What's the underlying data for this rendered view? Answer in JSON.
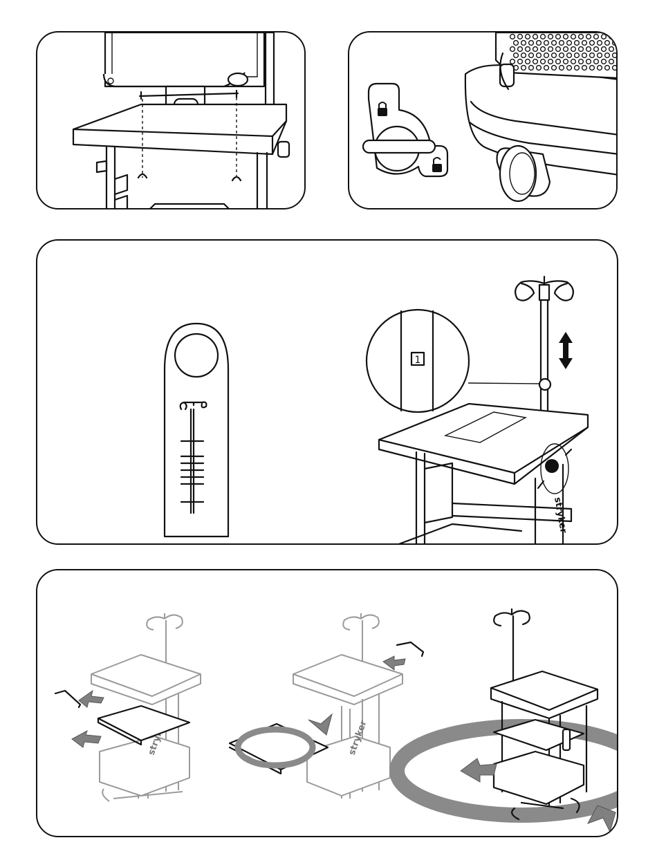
{
  "panels": {
    "monitor_mount": {
      "label": "monitor-mount-panel"
    },
    "caster_lock": {
      "label": "caster-lock-panel",
      "icons": [
        "lock-closed-icon",
        "lock-open-icon"
      ]
    },
    "iv_pole": {
      "label": "iv-pole-height-panel",
      "scale_marker": "1",
      "brand_text": "stryker"
    },
    "shelf_adjust": {
      "label": "shelf-adjust-panel",
      "brand_text": "stryker"
    }
  }
}
